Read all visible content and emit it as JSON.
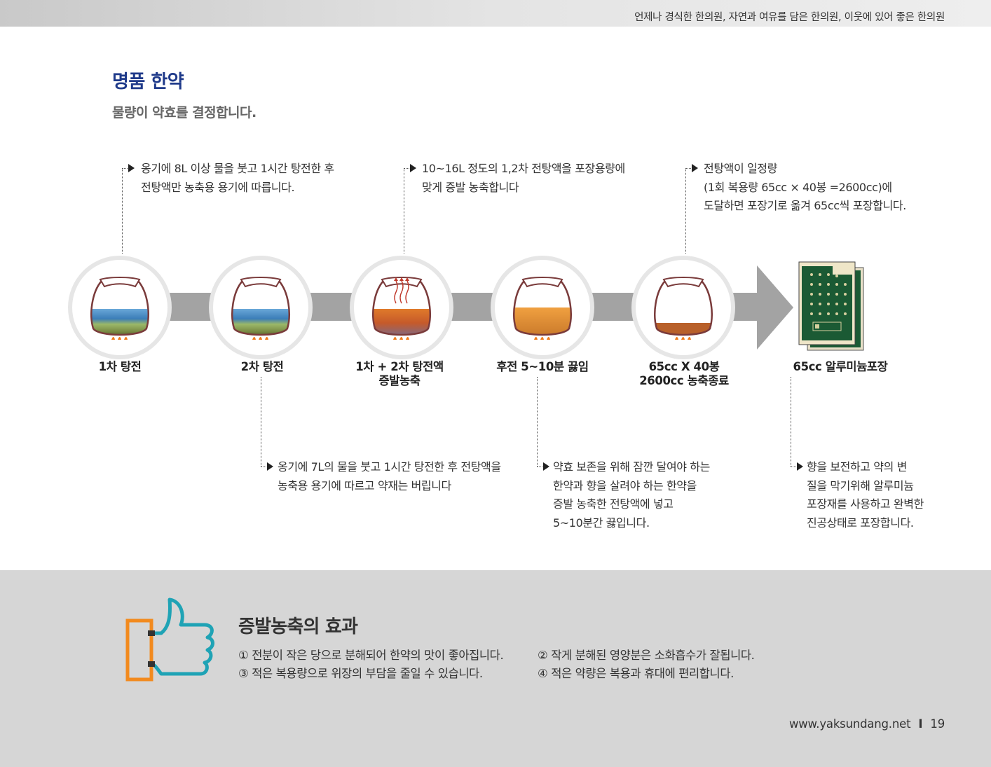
{
  "header": {
    "tagline": "언제나 경식한 한의원, 자연과 여유를 담은 한의원, 이웃에 있어 좋은 한의원"
  },
  "title": "명품 한약",
  "subtitle": "물량이 약효를 결정합니다.",
  "notes_top": [
    {
      "lines": [
        "옹기에 8L 이상 물을 붓고 1시간 탕전한 후",
        "전탕액만 농축용 용기에 따릅니다."
      ]
    },
    {
      "lines": [
        "10~16L 정도의 1,2차 전탕액을 포장용량에",
        "맞게 증발 농축합니다"
      ]
    },
    {
      "lines": [
        "전탕액이 일정량",
        "(1회 복용량 65cc × 40봉 =2600cc)에",
        "도달하면 포장기로 옮겨 65cc씩 포장합니다."
      ]
    }
  ],
  "notes_bottom": [
    {
      "lines": [
        "옹기에 7L의 물을 붓고 1시간 탕전한 후 전탕액을",
        "농축용 용기에 따르고 약재는 버립니다"
      ]
    },
    {
      "lines": [
        "약효 보존을 위해 잠깐 달여야 하는",
        "한약과 향을 살려야 하는 한약을",
        "증발 농축한 전탕액에 넣고",
        "5~10분간 끓입니다."
      ]
    },
    {
      "lines": [
        "향을 보전하고 약의 변",
        "질을 막기위해 알루미늄",
        "포장재를 사용하고 완벽한",
        "진공상태로 포장합니다."
      ]
    }
  ],
  "steps": [
    {
      "label": [
        "1차 탕전"
      ]
    },
    {
      "label": [
        "2차 탕전"
      ]
    },
    {
      "label": [
        "1차 + 2차 탕전액",
        "증발농축"
      ]
    },
    {
      "label": [
        "후전 5~10분 끓임"
      ]
    },
    {
      "label": [
        "65cc X 40봉",
        "2600cc 농축종료"
      ]
    },
    {
      "label": [
        "65cc 알루미늄포장"
      ]
    }
  ],
  "effects": {
    "title": "증발농축의 효과",
    "items": [
      "① 전분이 작은 당으로 분해되어 한약의 맛이 좋아집니다.",
      "② 작게 분해된 영양분은 소화흡수가 잘됩니다.",
      "③ 적은 복용량으로 위장의 부담을 줄일 수 있습니다.",
      "④ 적은 약량은 복용과 휴대에 편리합니다."
    ]
  },
  "footer": {
    "url": "www.yaksundang.net",
    "separator": "I",
    "page": "19"
  },
  "colors": {
    "title": "#1f3a8a",
    "band": "#a3a3a3",
    "thumb_orange": "#f28a1e",
    "thumb_teal": "#1fa3b5",
    "pack_green": "#1b5a34"
  },
  "icons": [
    "pot-icon",
    "flame-icon",
    "steam-icon",
    "pouch-icon",
    "thumbs-up-icon"
  ]
}
